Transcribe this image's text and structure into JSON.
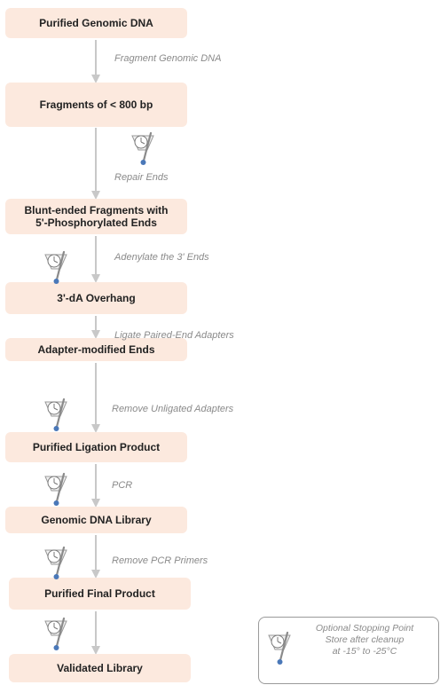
{
  "workflow": {
    "steps": [
      "Purified Genomic DNA",
      "Fragments of < 800 bp",
      "Blunt-ended Fragments with 5'-Phosphorylated Ends",
      "3'-dA Overhang",
      "Adapter-modified Ends",
      "Purified Ligation Product",
      "Genomic DNA Library",
      "Purified Final Product",
      "Validated Library"
    ],
    "actions": [
      "Fragment Genomic DNA",
      "Repair Ends",
      "Adenylate the 3' Ends",
      "Ligate Paired-End Adapters",
      "Remove Unligated Adapters",
      "PCR",
      "Remove PCR Primers"
    ]
  },
  "legend": {
    "title": "Optional Stopping Point",
    "line2": "Store after cleanup",
    "line3": "at -15° to -25°C"
  },
  "icons": {
    "stopping_point": "thermometer-icon"
  },
  "colors": {
    "box_fill": "#fce9de",
    "arrow": "#c8c8c8",
    "label": "#8a8a8a",
    "icon_bulb": "#4a78b8"
  }
}
